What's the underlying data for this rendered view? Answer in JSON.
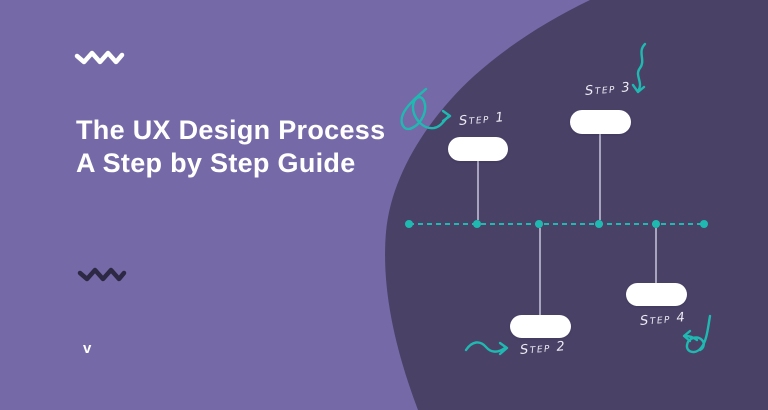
{
  "banner": {
    "title_line1": "The UX Design Process",
    "title_line2": "A Step by Step Guide",
    "logo_letter": "v"
  },
  "diagram": {
    "type": "timeline",
    "marker_count": 6,
    "steps": [
      {
        "label": "Step 1",
        "position": "above"
      },
      {
        "label": "Step 2",
        "position": "below"
      },
      {
        "label": "Step 3",
        "position": "above"
      },
      {
        "label": "Step 4",
        "position": "below"
      }
    ]
  },
  "decorations": [
    "white-zigzag",
    "dark-zigzag",
    "pigtail-doodle",
    "wavy-down-arrow",
    "wavy-right-arrow",
    "loop-arrow"
  ],
  "colors": {
    "background": "#7669A8",
    "blob": "#4A4166",
    "accent_teal": "#1FB9B1",
    "title_text": "#FFFFFF",
    "zigzag_dark": "#2D2945",
    "connector": "#A9A4BE",
    "pill": "#FFFFFF",
    "label_text": "#EDEBF4"
  }
}
